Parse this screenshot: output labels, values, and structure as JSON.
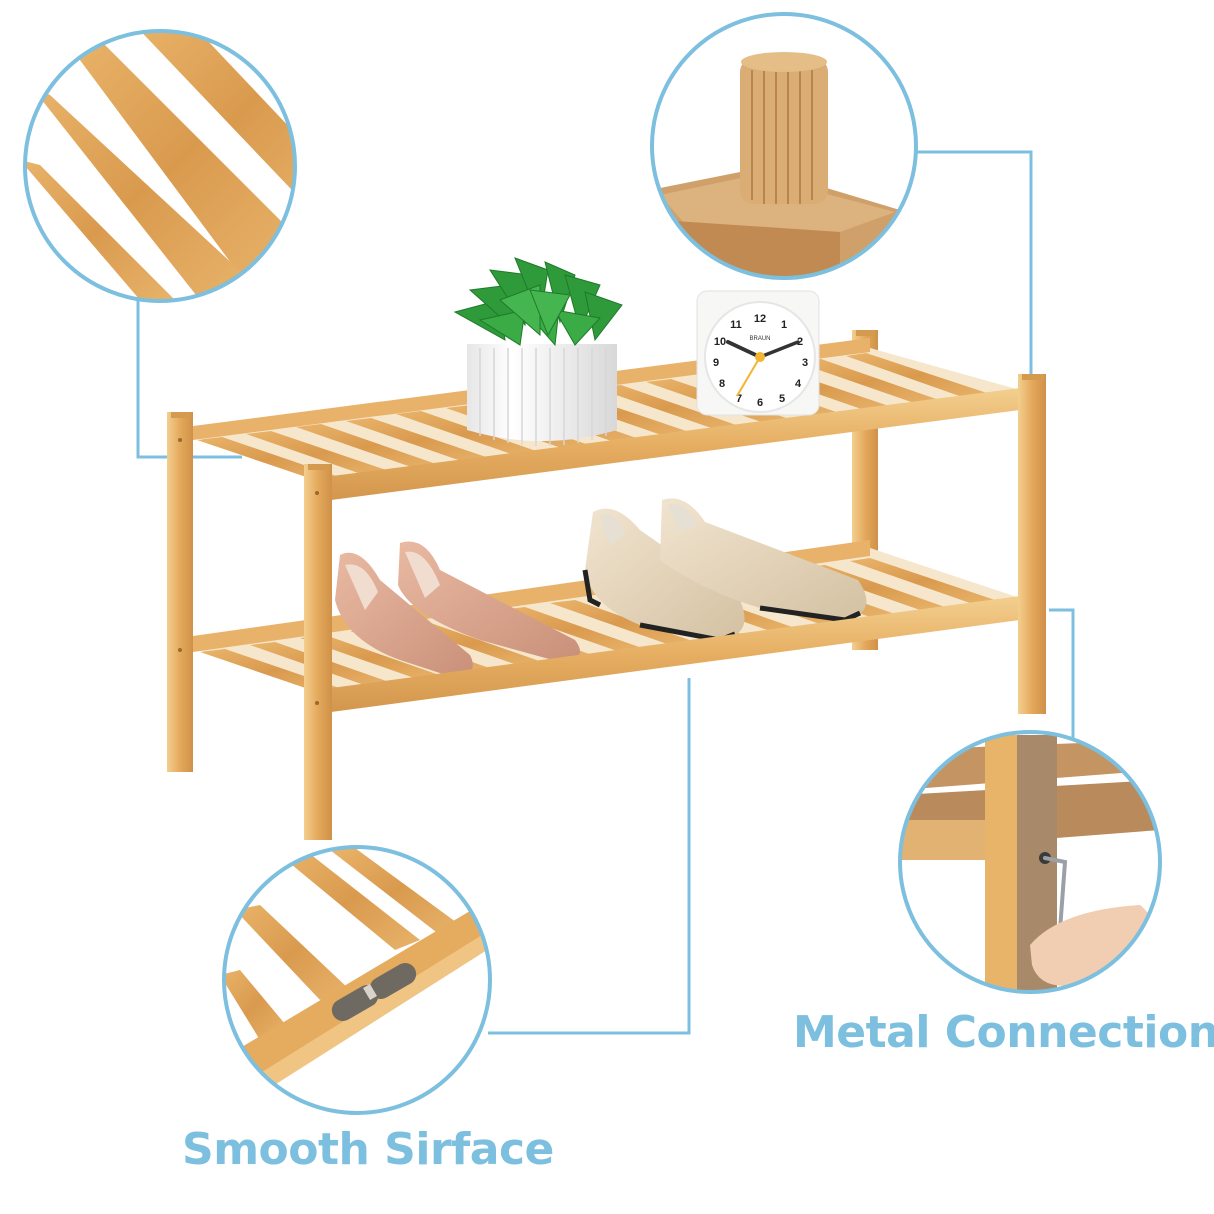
{
  "product": {
    "name": "Two-tier wooden slatted shoe rack",
    "top_shelf_items": [
      "potted succulent",
      "white alarm clock"
    ],
    "bottom_shelf_items": [
      "nude pointed flats",
      "cream patent loafers"
    ]
  },
  "clock": {
    "brand": "BRAUN",
    "numbers": [
      "12",
      "1",
      "2",
      "3",
      "4",
      "5",
      "6",
      "7",
      "8",
      "9",
      "10",
      "11"
    ],
    "time": "10:10"
  },
  "callouts": [
    {
      "id": "slats",
      "position": "top-left",
      "subject": "diagonal wooden slats close-up",
      "label": ""
    },
    {
      "id": "dowel",
      "position": "top-right",
      "subject": "wooden dowel peg joint close-up",
      "label": ""
    },
    {
      "id": "hinge",
      "position": "bottom-left",
      "subject": "shelf frame with metal connector plate",
      "label": "Smooth Sirface"
    },
    {
      "id": "hex-key",
      "position": "bottom-right",
      "subject": "hex key tightening screw into leg",
      "label": "Metal Connection"
    }
  ],
  "colors": {
    "accent": "#7cbfdf",
    "wood_light": "#f0c27d",
    "wood_mid": "#e2a85c",
    "wood_dark": "#c98a42",
    "background": "#ffffff"
  }
}
